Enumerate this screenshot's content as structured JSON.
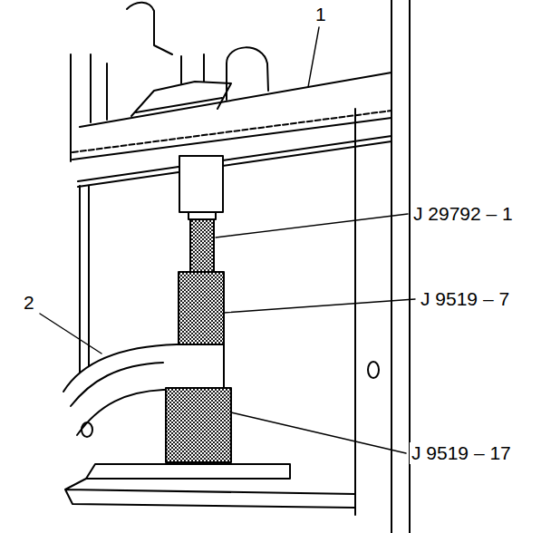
{
  "diagram": {
    "labels": [
      "1",
      "2",
      "J 29792 – 1",
      "J 9519 – 7",
      "J 9519 – 17"
    ]
  }
}
